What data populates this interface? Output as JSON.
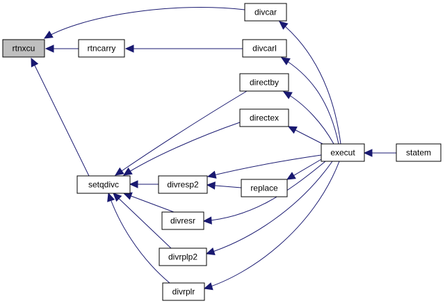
{
  "graph": {
    "edge_color": "#191970",
    "root_fill": "#bfbfbf",
    "nodes": {
      "rtnxcu": {
        "label": "rtnxcu",
        "root": true
      },
      "rtncarry": {
        "label": "rtncarry"
      },
      "divcar": {
        "label": "divcar"
      },
      "divcarl": {
        "label": "divcarl"
      },
      "directby": {
        "label": "directby"
      },
      "directex": {
        "label": "directex"
      },
      "execut": {
        "label": "execut"
      },
      "statem": {
        "label": "statem"
      },
      "setqdivc": {
        "label": "setqdivc"
      },
      "divresp2": {
        "label": "divresp2"
      },
      "replace": {
        "label": "replace"
      },
      "divresr": {
        "label": "divresr"
      },
      "divrplp2": {
        "label": "divrplp2"
      },
      "divrplr": {
        "label": "divrplr"
      }
    },
    "edges": [
      {
        "from": "divcar",
        "to": "rtnxcu"
      },
      {
        "from": "rtncarry",
        "to": "rtnxcu"
      },
      {
        "from": "setqdivc",
        "to": "rtnxcu"
      },
      {
        "from": "divcarl",
        "to": "rtncarry"
      },
      {
        "from": "execut",
        "to": "divcar"
      },
      {
        "from": "execut",
        "to": "divcarl"
      },
      {
        "from": "execut",
        "to": "directby"
      },
      {
        "from": "execut",
        "to": "directex"
      },
      {
        "from": "execut",
        "to": "divresp2"
      },
      {
        "from": "execut",
        "to": "replace"
      },
      {
        "from": "execut",
        "to": "divresr"
      },
      {
        "from": "execut",
        "to": "divrplp2"
      },
      {
        "from": "execut",
        "to": "divrplr"
      },
      {
        "from": "statem",
        "to": "execut"
      },
      {
        "from": "directby",
        "to": "setqdivc"
      },
      {
        "from": "directex",
        "to": "setqdivc"
      },
      {
        "from": "divresp2",
        "to": "setqdivc"
      },
      {
        "from": "replace",
        "to": "divresp2"
      },
      {
        "from": "divresr",
        "to": "setqdivc"
      },
      {
        "from": "divrplp2",
        "to": "setqdivc"
      },
      {
        "from": "divrplr",
        "to": "setqdivc"
      }
    ]
  }
}
